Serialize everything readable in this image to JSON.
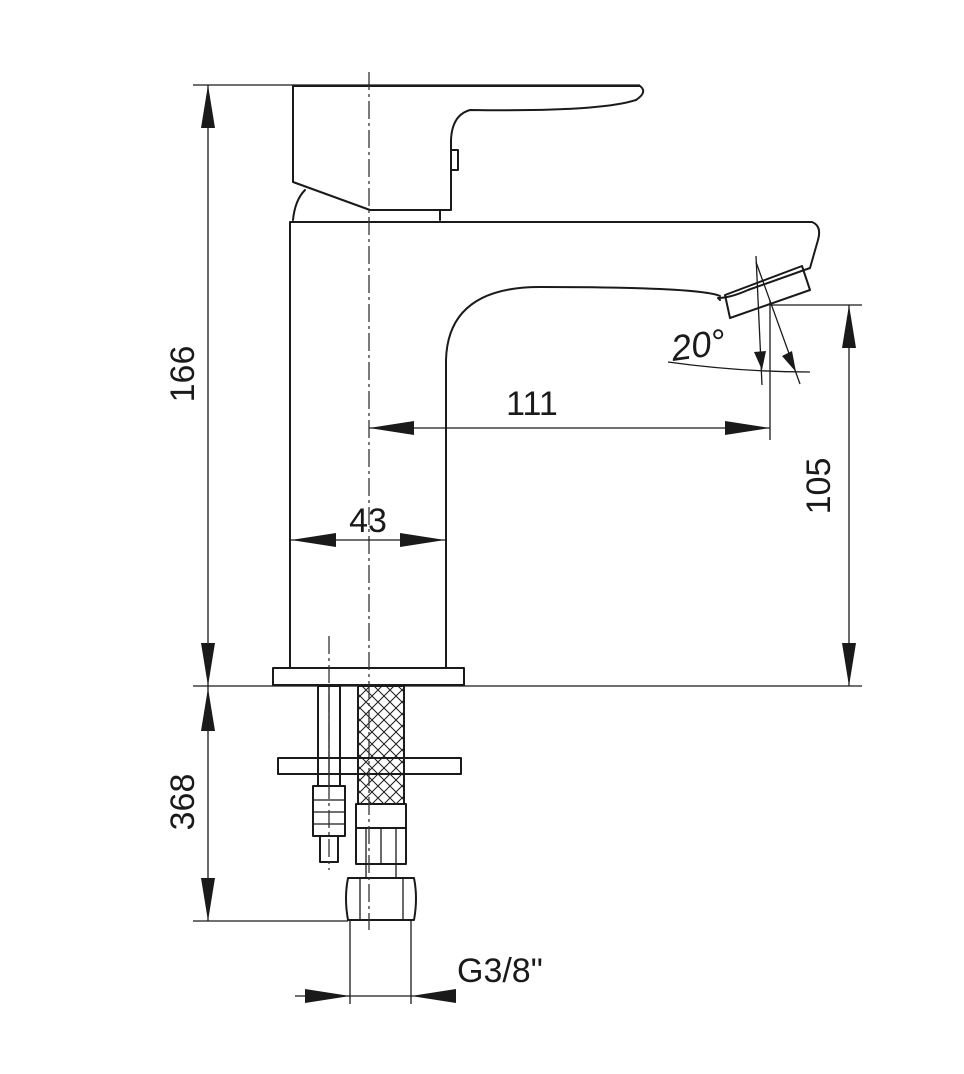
{
  "dimensions": {
    "overall_height": "166",
    "spout_reach": "111",
    "body_width": "43",
    "spout_height": "105",
    "below_deck_length": "368",
    "connection_thread": "G3/8\"",
    "spout_angle": "20°"
  },
  "colors": {
    "line": "#1a1a1a",
    "background": "#ffffff"
  }
}
